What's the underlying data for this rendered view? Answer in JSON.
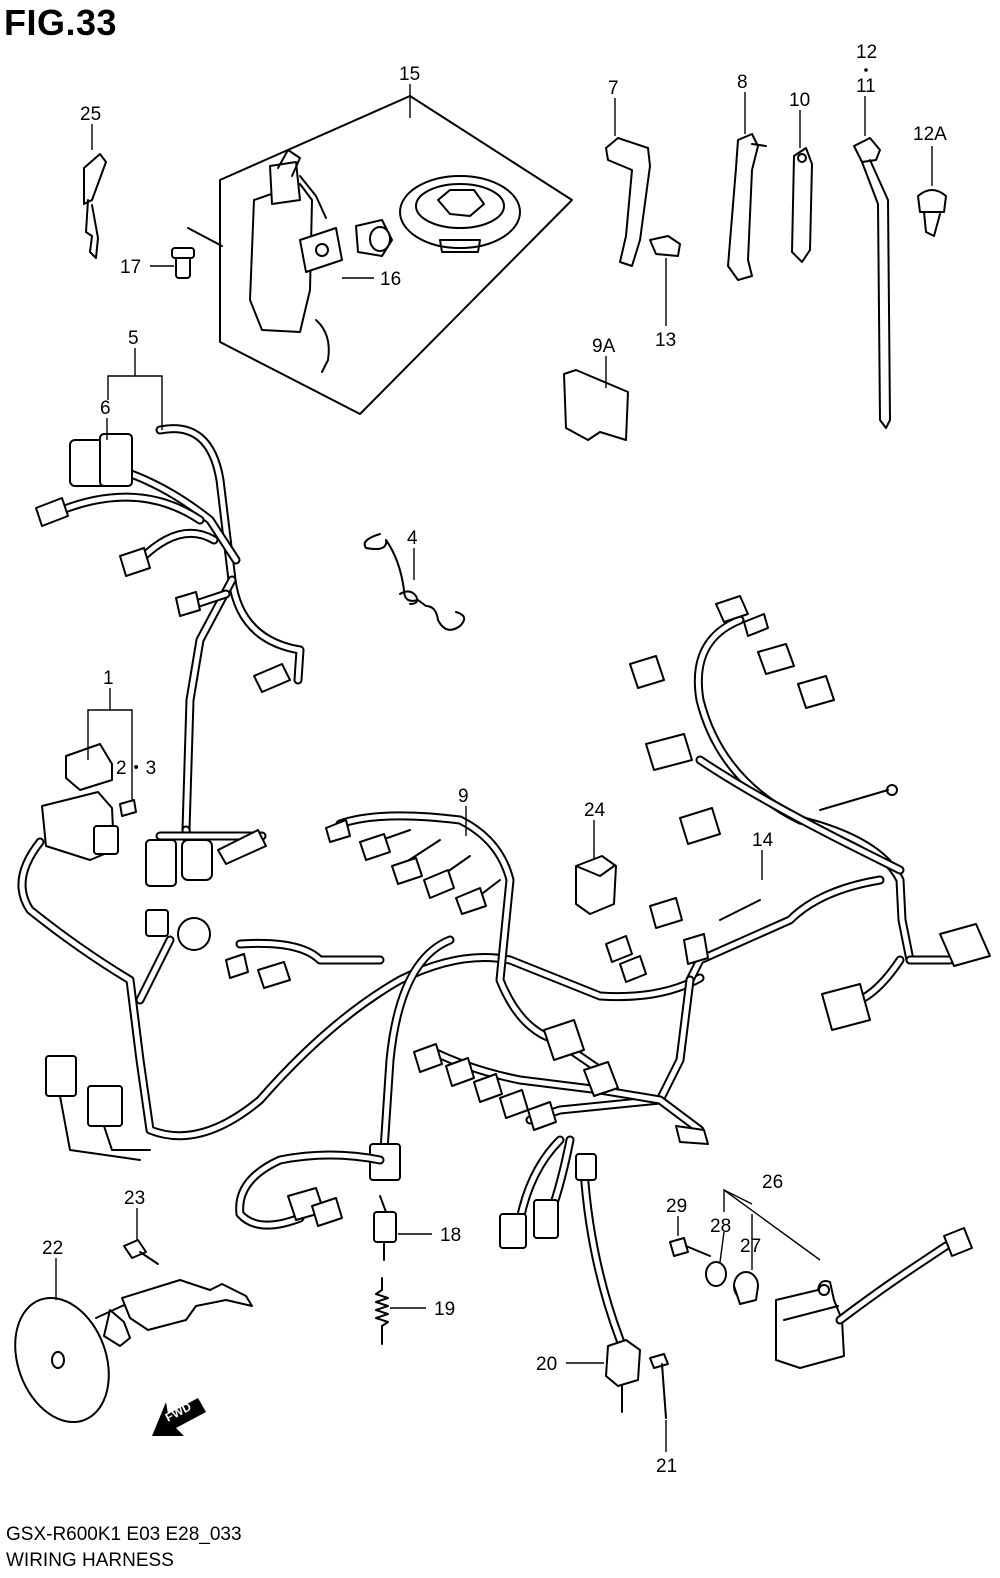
{
  "figure": {
    "title": "FIG.33",
    "footer_model": "GSX-R600K1 E03 E28_033",
    "footer_name": "WIRING HARNESS",
    "direction_arrow": "FWD"
  },
  "callouts": {
    "c1": "1",
    "c23": "2・3",
    "c4": "4",
    "c5": "5",
    "c6": "6",
    "c7": "7",
    "c8": "8",
    "c9": "9",
    "c9a": "9A",
    "c10": "10",
    "c11": "11",
    "c12": "12",
    "c12a": "12A",
    "c13": "13",
    "c14": "14",
    "c15": "15",
    "c16": "16",
    "c17": "17",
    "c18": "18",
    "c19": "19",
    "c20": "20",
    "c21": "21",
    "c22": "22",
    "c23b": "23",
    "c24": "24",
    "c25": "25",
    "c26": "26",
    "c27": "27",
    "c28": "28",
    "c29": "29"
  },
  "colors": {
    "line": "#000000",
    "background": "#ffffff"
  }
}
